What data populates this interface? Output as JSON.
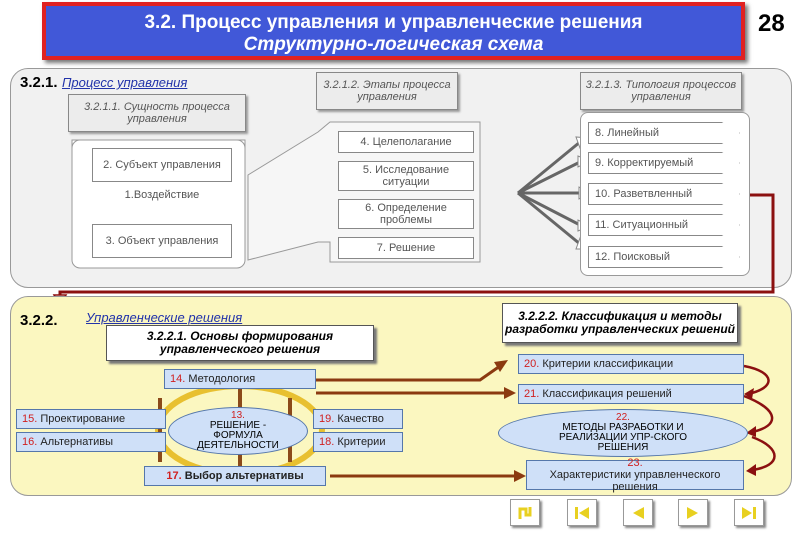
{
  "title": {
    "line1": "3.2. Процесс управления и управленческие решения",
    "line2": "Структурно-логическая схема"
  },
  "slide_number": "28",
  "top": {
    "section_num": "3.2.1.",
    "section_title": "Процесс управления",
    "essence": {
      "title": "3.2.1.1. Сущность процесса управления",
      "items": [
        "2. Субъект управления",
        "1.Воздействие",
        "3. Объект управления"
      ]
    },
    "stages": {
      "title": "3.2.1.2. Этапы процесса управления",
      "items": [
        "4. Целеполагание",
        "5. Исследование ситуации",
        "6. Определение проблемы",
        "7. Решение"
      ]
    },
    "typology": {
      "title": "3.2.1.3. Типология процессов управления",
      "items": [
        "8. Линейный",
        "9. Корректируемый",
        "10. Разветвленный",
        "11. Ситуационный",
        "12. Поисковый"
      ]
    }
  },
  "bottom": {
    "section_num": "3.2.2.",
    "section_title": "Управленческие решения",
    "basics_title": "3.2.2.1. Основы формирования управленческого решения",
    "classification_title": "3.2.2.2. Классификация и методы разработки управленческих решений",
    "center": {
      "num": "13.",
      "text": "РЕШЕНИЕ - ФОРМУЛА ДЕЯТЕЛЬНОСТИ"
    },
    "methodology": {
      "num": "14.",
      "text": "Методология"
    },
    "design": {
      "num": "15.",
      "text": "Проектирование"
    },
    "alternatives": {
      "num": "16.",
      "text": "Альтернативы"
    },
    "choice": {
      "num": "17.",
      "text": "Выбор альтернативы"
    },
    "criteria": {
      "num": "18.",
      "text": "Критерии"
    },
    "quality": {
      "num": "19.",
      "text": "Качество"
    },
    "criteria_class": {
      "num": "20.",
      "text": "Критерии классификации"
    },
    "class_solutions": {
      "num": "21.",
      "text": "Классификация решений"
    },
    "methods": {
      "num": "22.",
      "text": "МЕТОДЫ РАЗРАБОТКИ И РЕАЛИЗАЦИИ УПР-СКОГО РЕШЕНИЯ"
    },
    "characteristics": {
      "num": "23.",
      "text": "Характеристики управленческого решения"
    }
  },
  "nav": {
    "labels": [
      "return-button",
      "first-button",
      "prev-button",
      "next-button",
      "last-button"
    ]
  },
  "colors": {
    "title_bg": "#4158d8",
    "title_border": "#e02222",
    "bottom_bg": "#fbf7c0",
    "top_bg": "#f1f1f1",
    "blue_box": "#cfe0f8",
    "red_num": "#d02020"
  }
}
